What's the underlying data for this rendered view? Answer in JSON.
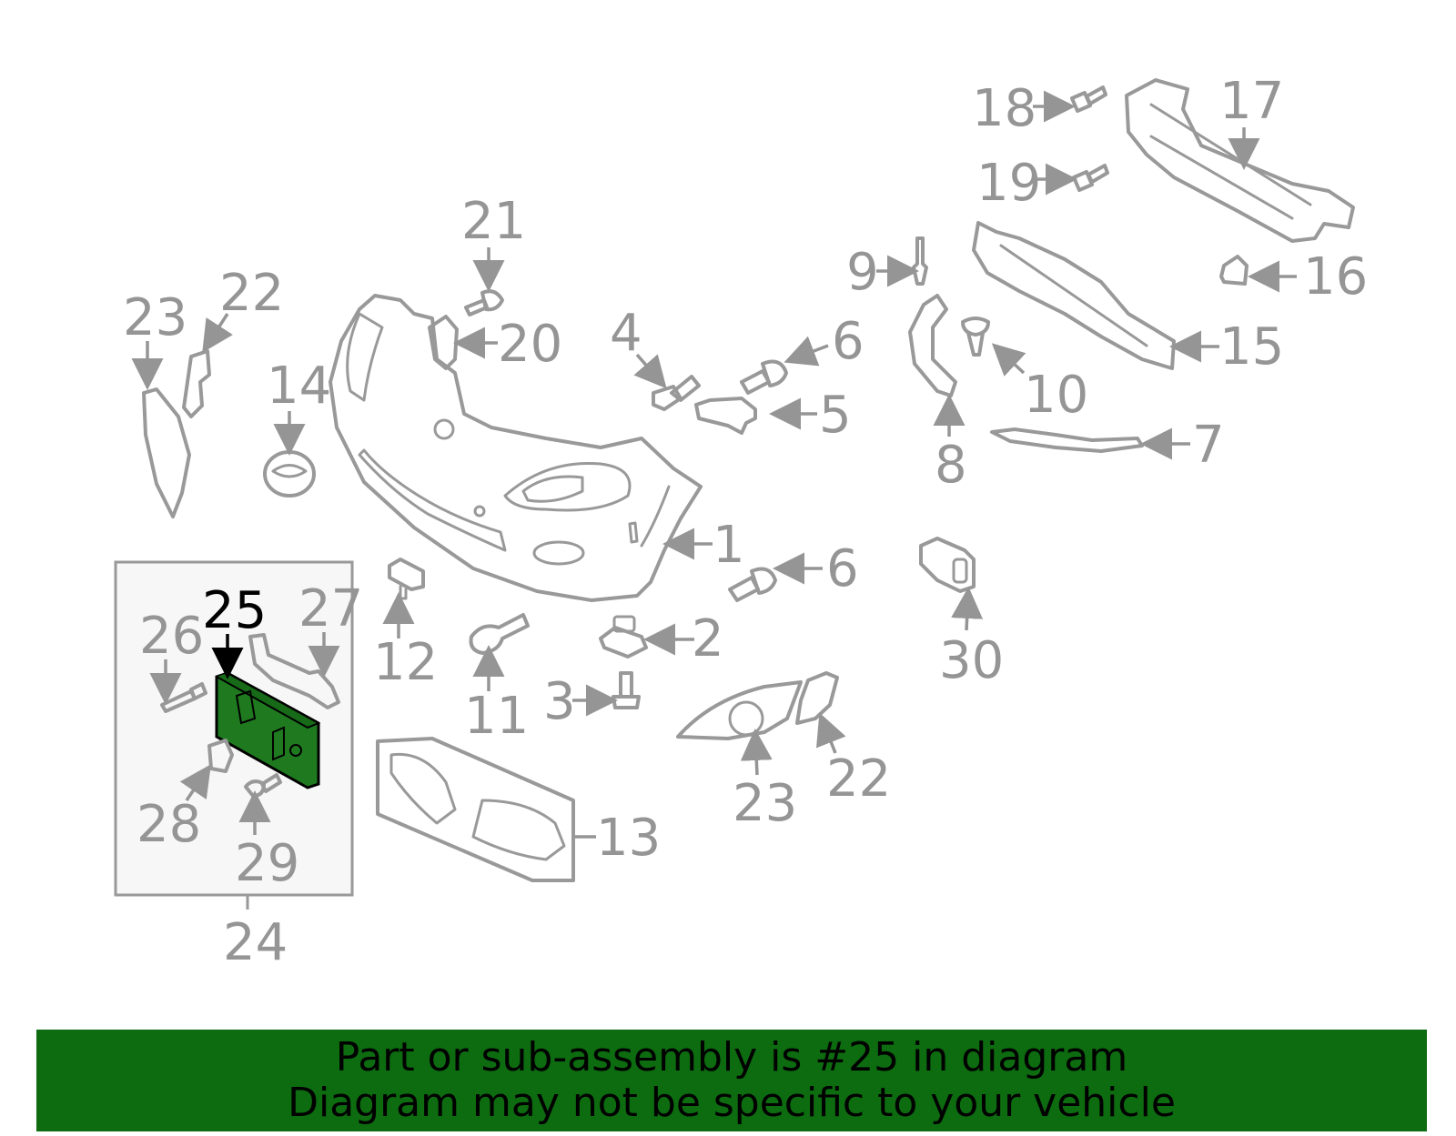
{
  "highlight": {
    "callout": "25",
    "fill_color": "#1f7a1f",
    "banner_color": "#0d6b10"
  },
  "callouts": {
    "c1": "1",
    "c2": "2",
    "c3": "3",
    "c4": "4",
    "c5": "5",
    "c6a": "6",
    "c6b": "6",
    "c7": "7",
    "c8": "8",
    "c9": "9",
    "c10": "10",
    "c11": "11",
    "c12": "12",
    "c13": "13",
    "c14": "14",
    "c15": "15",
    "c16": "16",
    "c17": "17",
    "c18": "18",
    "c19": "19",
    "c20": "20",
    "c21": "21",
    "c22a": "22",
    "c22b": "22",
    "c23a": "23",
    "c23b": "23",
    "c24": "24",
    "c25": "25",
    "c26": "26",
    "c27": "27",
    "c28": "28",
    "c29": "29",
    "c30": "30"
  },
  "banner": {
    "line1": "Part or sub-assembly is #25 in diagram",
    "line2": "Diagram may not be specific to your vehicle"
  }
}
